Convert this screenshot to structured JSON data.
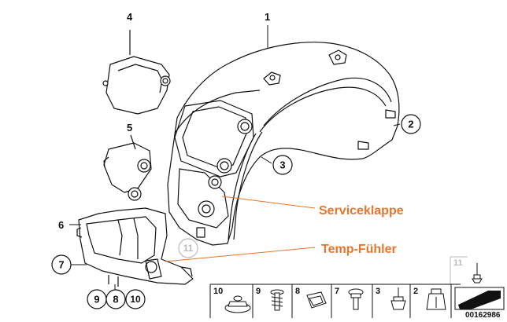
{
  "callouts": {
    "c1": "1",
    "c2": "2",
    "c3": "3",
    "c4": "4",
    "c5": "5",
    "c6": "6",
    "c7": "7",
    "c8": "8",
    "c9": "9",
    "c10": "10",
    "c11": "11"
  },
  "annotations": {
    "serviceklappe": "Serviceklappe",
    "temp_fuehler": "Temp-Fühler"
  },
  "parts_strip": [
    "10",
    "9",
    "8",
    "7",
    "3",
    "2"
  ],
  "corner_part": "11",
  "diagram_code": "00162986",
  "colors": {
    "annotation": "#e8752a",
    "line": "#111111",
    "faded": "#bbbbbb"
  }
}
